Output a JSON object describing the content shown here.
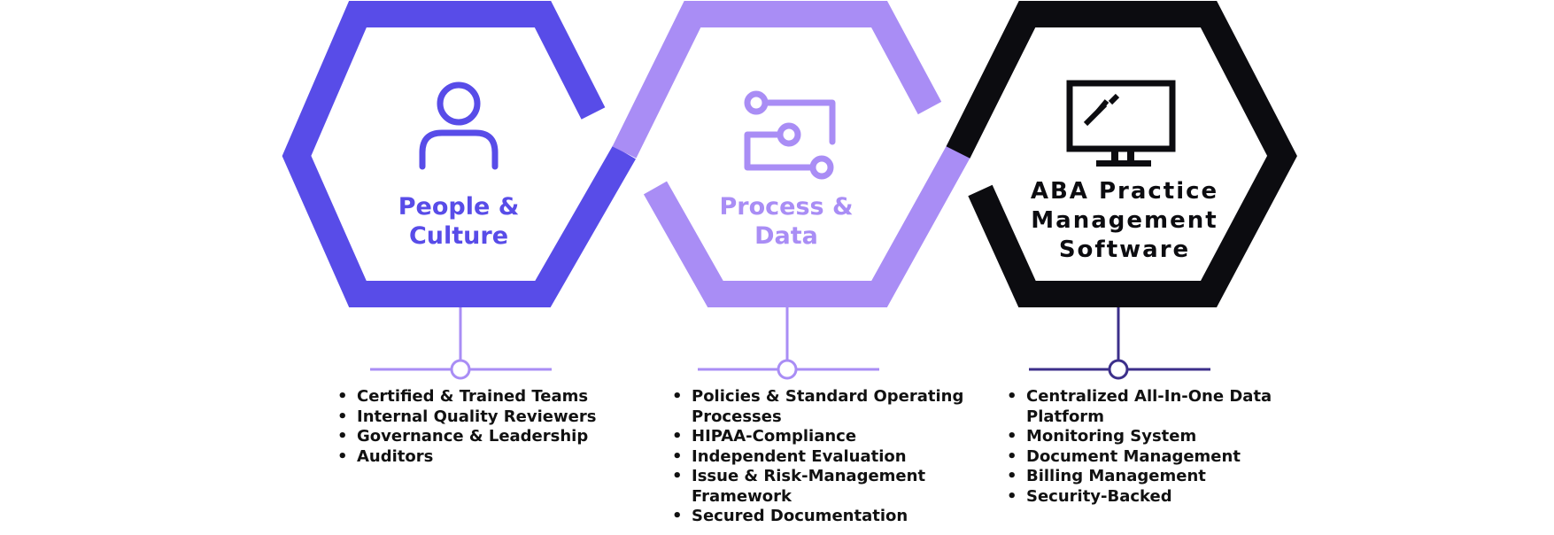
{
  "colors": {
    "people": "#584ce8",
    "process": "#a98df5",
    "software": "#0c0c10",
    "text": "#111111"
  },
  "pillars": [
    {
      "title": "People & Culture",
      "title_lines": [
        "People &",
        "Culture"
      ],
      "icon": "person-icon",
      "items": [
        "Certified & Trained Teams",
        "Internal Quality Reviewers",
        "Governance & Leadership",
        "Auditors"
      ]
    },
    {
      "title": "Process & Data",
      "title_lines": [
        "Process &",
        "Data"
      ],
      "icon": "process-flow-icon",
      "items": [
        "Policies & Standard Operating Processes",
        "HIPAA-Compliance",
        "Independent Evaluation",
        "Issue & Risk-Management Framework",
        "Secured Documentation"
      ]
    },
    {
      "title": "ABA Practice Management Software",
      "title_lines": [
        "ABA Practice",
        "Management",
        "Software"
      ],
      "icon": "monitor-icon",
      "items": [
        "Centralized All-In-One Data Platform",
        "Monitoring System",
        "Document Management",
        "Billing Management",
        "Security-Backed"
      ]
    }
  ]
}
